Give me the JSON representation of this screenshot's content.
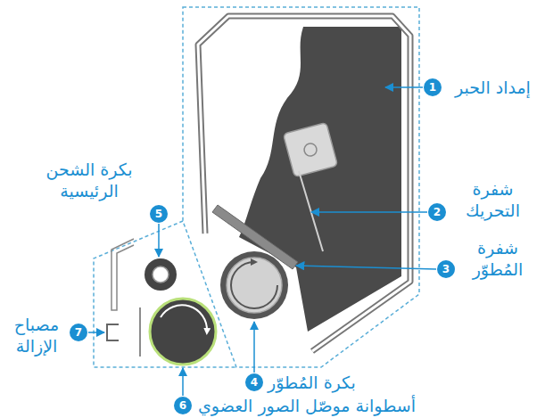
{
  "diagram": {
    "labels": [
      "إمداد الحبر",
      "1",
      "شفرة التحريك",
      "2",
      "شفرة المُطوّر",
      "3",
      "بكرة المُطوّر",
      "4",
      "بكرة الشحن الرئيسية",
      "5",
      "أسطوانة موصّل الصور العضوي",
      "6",
      "مصباح الإزالة",
      "7"
    ]
  }
}
